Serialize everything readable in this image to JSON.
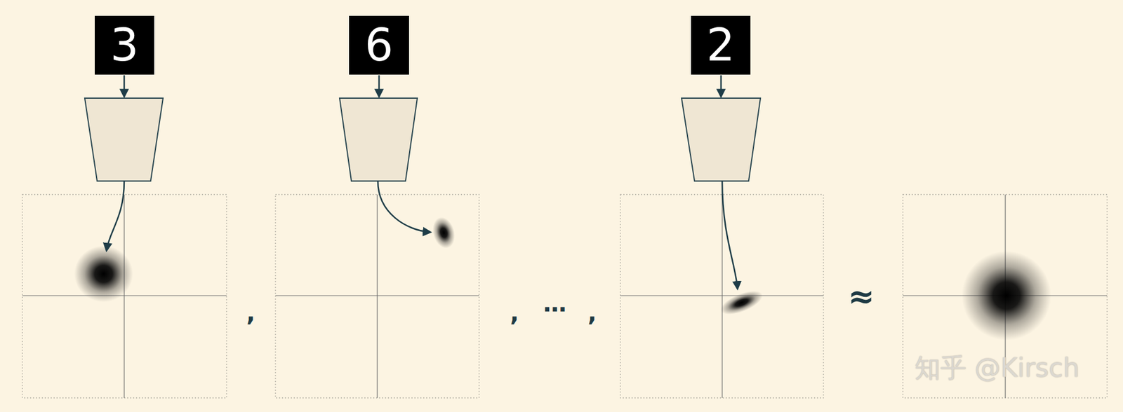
{
  "diagram": {
    "nodes": [
      {
        "text": [
          "3"
        ]
      },
      {
        "text": [
          "6"
        ]
      },
      {
        "text": [
          "2"
        ]
      }
    ],
    "labels": [
      ",",
      ",",
      "⋯",
      ",",
      "≈",
      "知乎 @Kirsch"
    ]
  }
}
